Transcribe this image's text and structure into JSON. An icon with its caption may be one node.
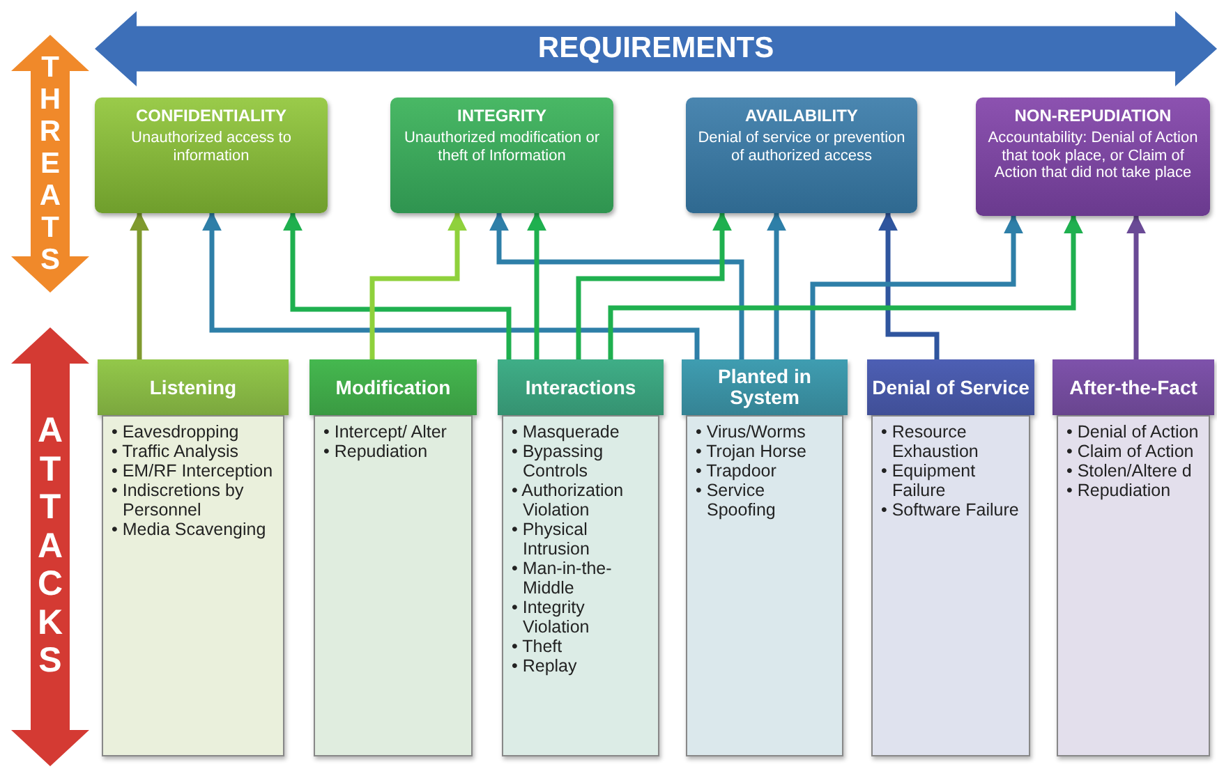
{
  "diagram": {
    "nodes": [
      {
        "text": [
          "REQUIREMENTS"
        ]
      },
      {
        "text": [
          "THREATS"
        ]
      },
      {
        "text": [
          "CONFIDENTIALITY",
          "Unauthorized access to information"
        ]
      },
      {
        "text": [
          "INTEGRITY",
          "Unauthorized modification or theft of Information"
        ]
      },
      {
        "text": [
          "AVAILABILITY",
          "Denial of service or prevention of authorized access"
        ]
      },
      {
        "text": [
          "NON-REPUDIATION",
          "Accountability: Denial of Action that took place, or Claim of Action that did not take place"
        ]
      },
      {
        "text": [
          "ATTACKS"
        ]
      },
      {
        "text": [
          "Listening",
          "• Eavesdropping",
          "• Traffic Analysis",
          "• EM/RF Interception",
          "• Indiscretions by Personnel",
          "• Media Scavenging"
        ]
      },
      {
        "text": [
          "Modification",
          "• Intercept/ Alter",
          "• Repudiation"
        ]
      },
      {
        "text": [
          "Interactions",
          "• Masquerade",
          "• Bypassing Controls",
          "• Authorization Violation",
          "• Physical Intrusion",
          "• Man-in-the-Middle",
          "• Integrity Violation",
          "• Theft",
          "• Replay"
        ]
      },
      {
        "text": [
          "Planted in System",
          "• Virus/Worms",
          "• Trojan Horse",
          "• Trapdoor",
          "• Service Spoofing"
        ]
      },
      {
        "text": [
          "Denial of Service",
          "• Resource Exhaustion",
          "• Equipment Failure",
          "• Software Failure"
        ]
      },
      {
        "text": [
          "After-the-Fact",
          "• Denial of Action",
          "• Claim of Action",
          "• Stolen/Altere d",
          "• Repudiation"
        ]
      }
    ],
    "edges": [
      {
        "from": 7,
        "to": 2,
        "arrow": "to",
        "color": "#7f9a2e"
      },
      {
        "from": 10,
        "to": 2,
        "arrow": "to",
        "color": "#2e7fa8"
      },
      {
        "from": 9,
        "to": 2,
        "arrow": "to",
        "color": "#1fb04f"
      },
      {
        "from": 8,
        "to": 3,
        "arrow": "to",
        "color": "#8fd13c"
      },
      {
        "from": 10,
        "to": 3,
        "arrow": "to",
        "color": "#2e7fa8"
      },
      {
        "from": 9,
        "to": 3,
        "arrow": "to",
        "color": "#1fb04f"
      },
      {
        "from": 9,
        "to": 4,
        "arrow": "to",
        "color": "#1fb04f"
      },
      {
        "from": 10,
        "to": 4,
        "arrow": "to",
        "color": "#2e7fa8"
      },
      {
        "from": 11,
        "to": 4,
        "arrow": "to",
        "color": "#2f559e"
      },
      {
        "from": 10,
        "to": 5,
        "arrow": "to",
        "color": "#2e7fa8"
      },
      {
        "from": 9,
        "to": 5,
        "arrow": "to",
        "color": "#1fb04f"
      },
      {
        "from": 12,
        "to": 5,
        "arrow": "to",
        "color": "#6a4a96"
      }
    ]
  }
}
